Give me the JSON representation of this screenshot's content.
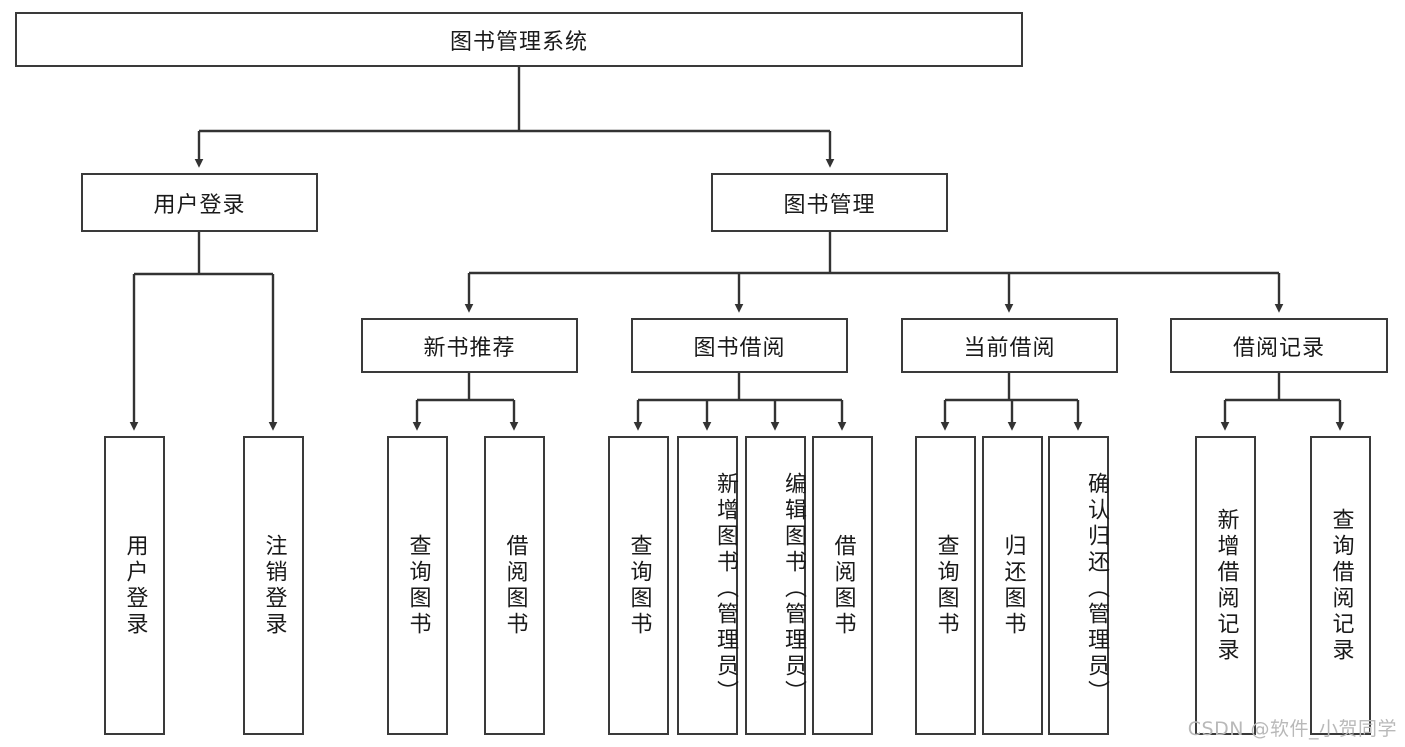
{
  "diagram": {
    "type": "tree",
    "title": "图书管理系统",
    "root": {
      "label": "图书管理系统",
      "id": "root"
    },
    "level2": [
      {
        "id": "user-login",
        "label": "用户登录"
      },
      {
        "id": "book-manage",
        "label": "图书管理"
      }
    ],
    "level3": [
      {
        "id": "new-book-rec",
        "label": "新书推荐",
        "parent": "book-manage"
      },
      {
        "id": "book-borrow",
        "label": "图书借阅",
        "parent": "book-manage"
      },
      {
        "id": "current-borrow",
        "label": "当前借阅",
        "parent": "book-manage"
      },
      {
        "id": "borrow-record",
        "label": "借阅记录",
        "parent": "book-manage"
      }
    ],
    "leaves": {
      "user-login": [
        {
          "id": "leaf-user-login",
          "label": "用户登录"
        },
        {
          "id": "leaf-user-logout",
          "label": "注销登录"
        }
      ],
      "new-book-rec": [
        {
          "id": "leaf-query-book-1",
          "label": "查询图书"
        },
        {
          "id": "leaf-borrow-book-1",
          "label": "借阅图书"
        }
      ],
      "book-borrow": [
        {
          "id": "leaf-query-book-2",
          "label": "查询图书"
        },
        {
          "id": "leaf-add-book",
          "label": "新增图书（管理员）"
        },
        {
          "id": "leaf-edit-book",
          "label": "编辑图书（管理员）"
        },
        {
          "id": "leaf-borrow-book-2",
          "label": "借阅图书"
        }
      ],
      "current-borrow": [
        {
          "id": "leaf-query-book-3",
          "label": "查询图书"
        },
        {
          "id": "leaf-return-book",
          "label": "归还图书"
        },
        {
          "id": "leaf-confirm-return",
          "label": "确认归还（管理员）"
        }
      ],
      "borrow-record": [
        {
          "id": "leaf-add-record",
          "label": "新增借阅记录"
        },
        {
          "id": "leaf-query-record",
          "label": "查询借阅记录"
        }
      ]
    },
    "colors": {
      "border": "#3a3a3a",
      "connector": "#333333",
      "background": "#ffffff",
      "text": "#1a1a1a",
      "watermark": "#b9b9b9"
    }
  },
  "watermark": {
    "text": "CSDN @软件_小贺同学"
  }
}
